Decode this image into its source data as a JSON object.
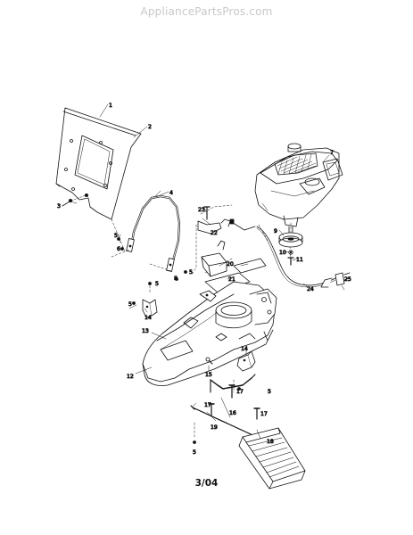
{
  "watermark": "AppliancePartsPros.com",
  "footer_code": "3/04",
  "callouts": [
    "1",
    "2",
    "3",
    "4",
    "5",
    "6",
    "7",
    "8",
    "9",
    "10",
    "11",
    "12",
    "13",
    "14",
    "15",
    "16",
    "17",
    "18",
    "19",
    "20",
    "21",
    "22",
    "23",
    "24",
    "25"
  ],
  "icons": {
    "hood": "panel-icon",
    "handle": "tube-frame-icon",
    "engine": "engine-icon",
    "deck": "deck-icon",
    "chute": "chute-icon"
  }
}
